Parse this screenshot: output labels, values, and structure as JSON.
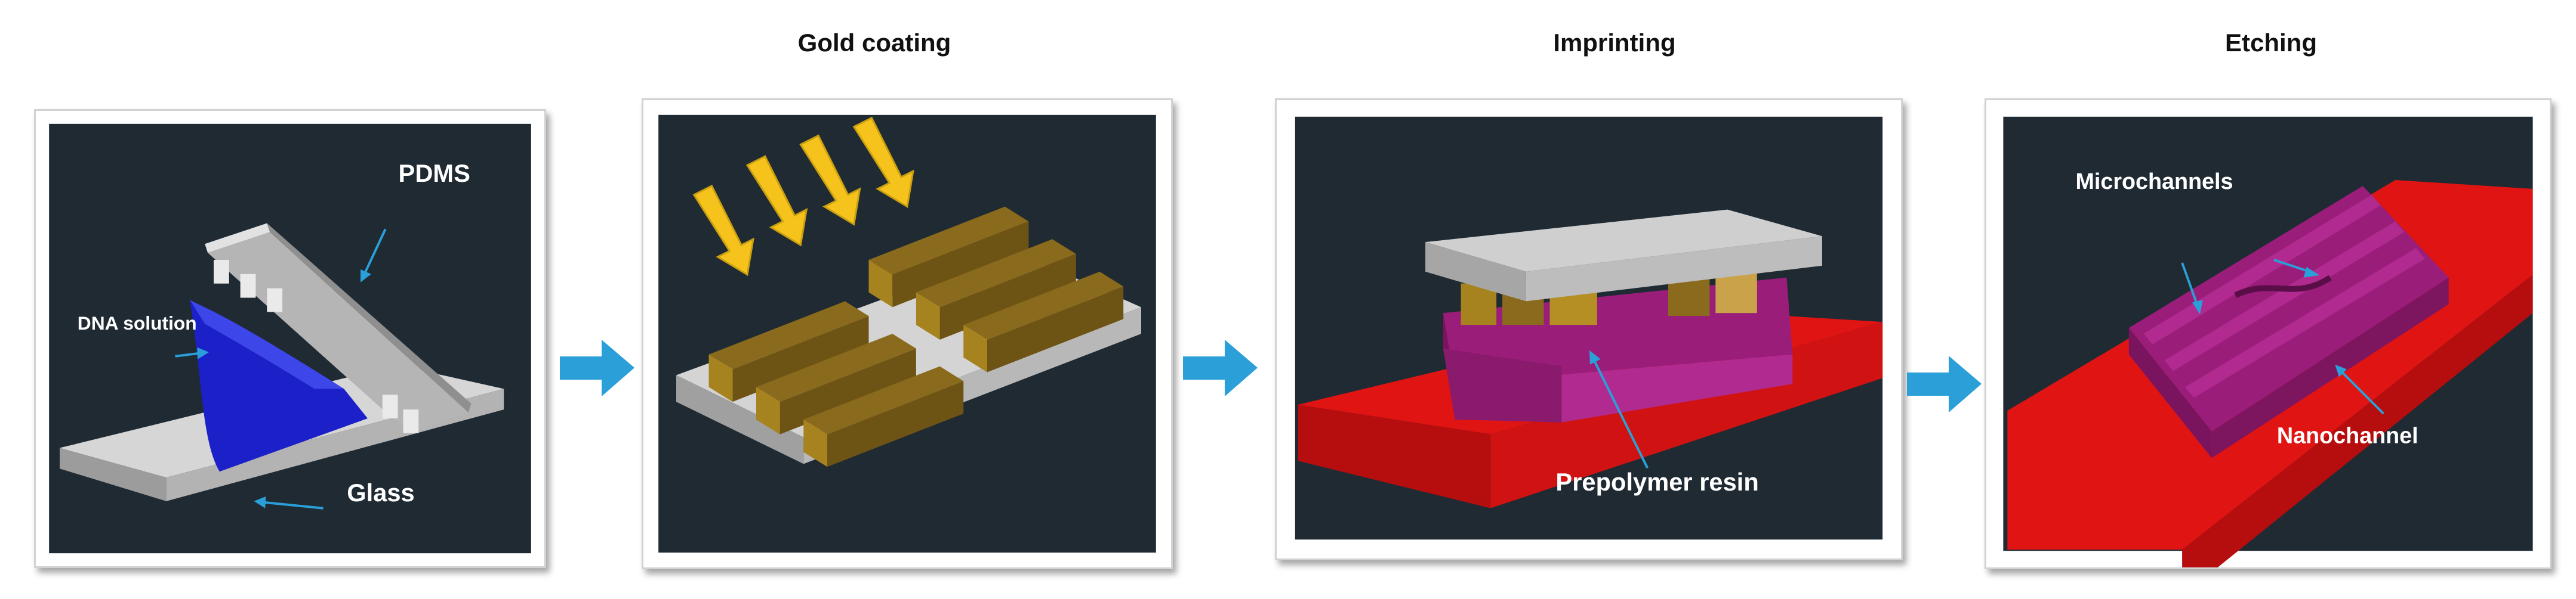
{
  "stages": [
    {
      "title": ""
    },
    {
      "title": "Gold coating"
    },
    {
      "title": "Imprinting"
    },
    {
      "title": "Etching"
    }
  ],
  "labels": {
    "pdms": "PDMS",
    "dna_solution": "DNA solution",
    "glass": "Glass",
    "prepolymer_resin": "Prepolymer resin",
    "microchannels": "Microchannels",
    "nanochannel": "Nanochannel"
  },
  "colors": {
    "panel_bg": "#1f2a33",
    "arrow_blue": "#2a9fd8",
    "gold": "#8a6a1c",
    "resin_red": "#e11414",
    "channel_purple": "#9a1d7a",
    "glass_grey": "#c8c8c8",
    "dna_blue": "#1c20c8",
    "beam_yellow": "#f6c21c"
  },
  "icons": [
    "flow-arrow-icon",
    "pointer-arrow-icon",
    "deposition-arrow-icon"
  ]
}
